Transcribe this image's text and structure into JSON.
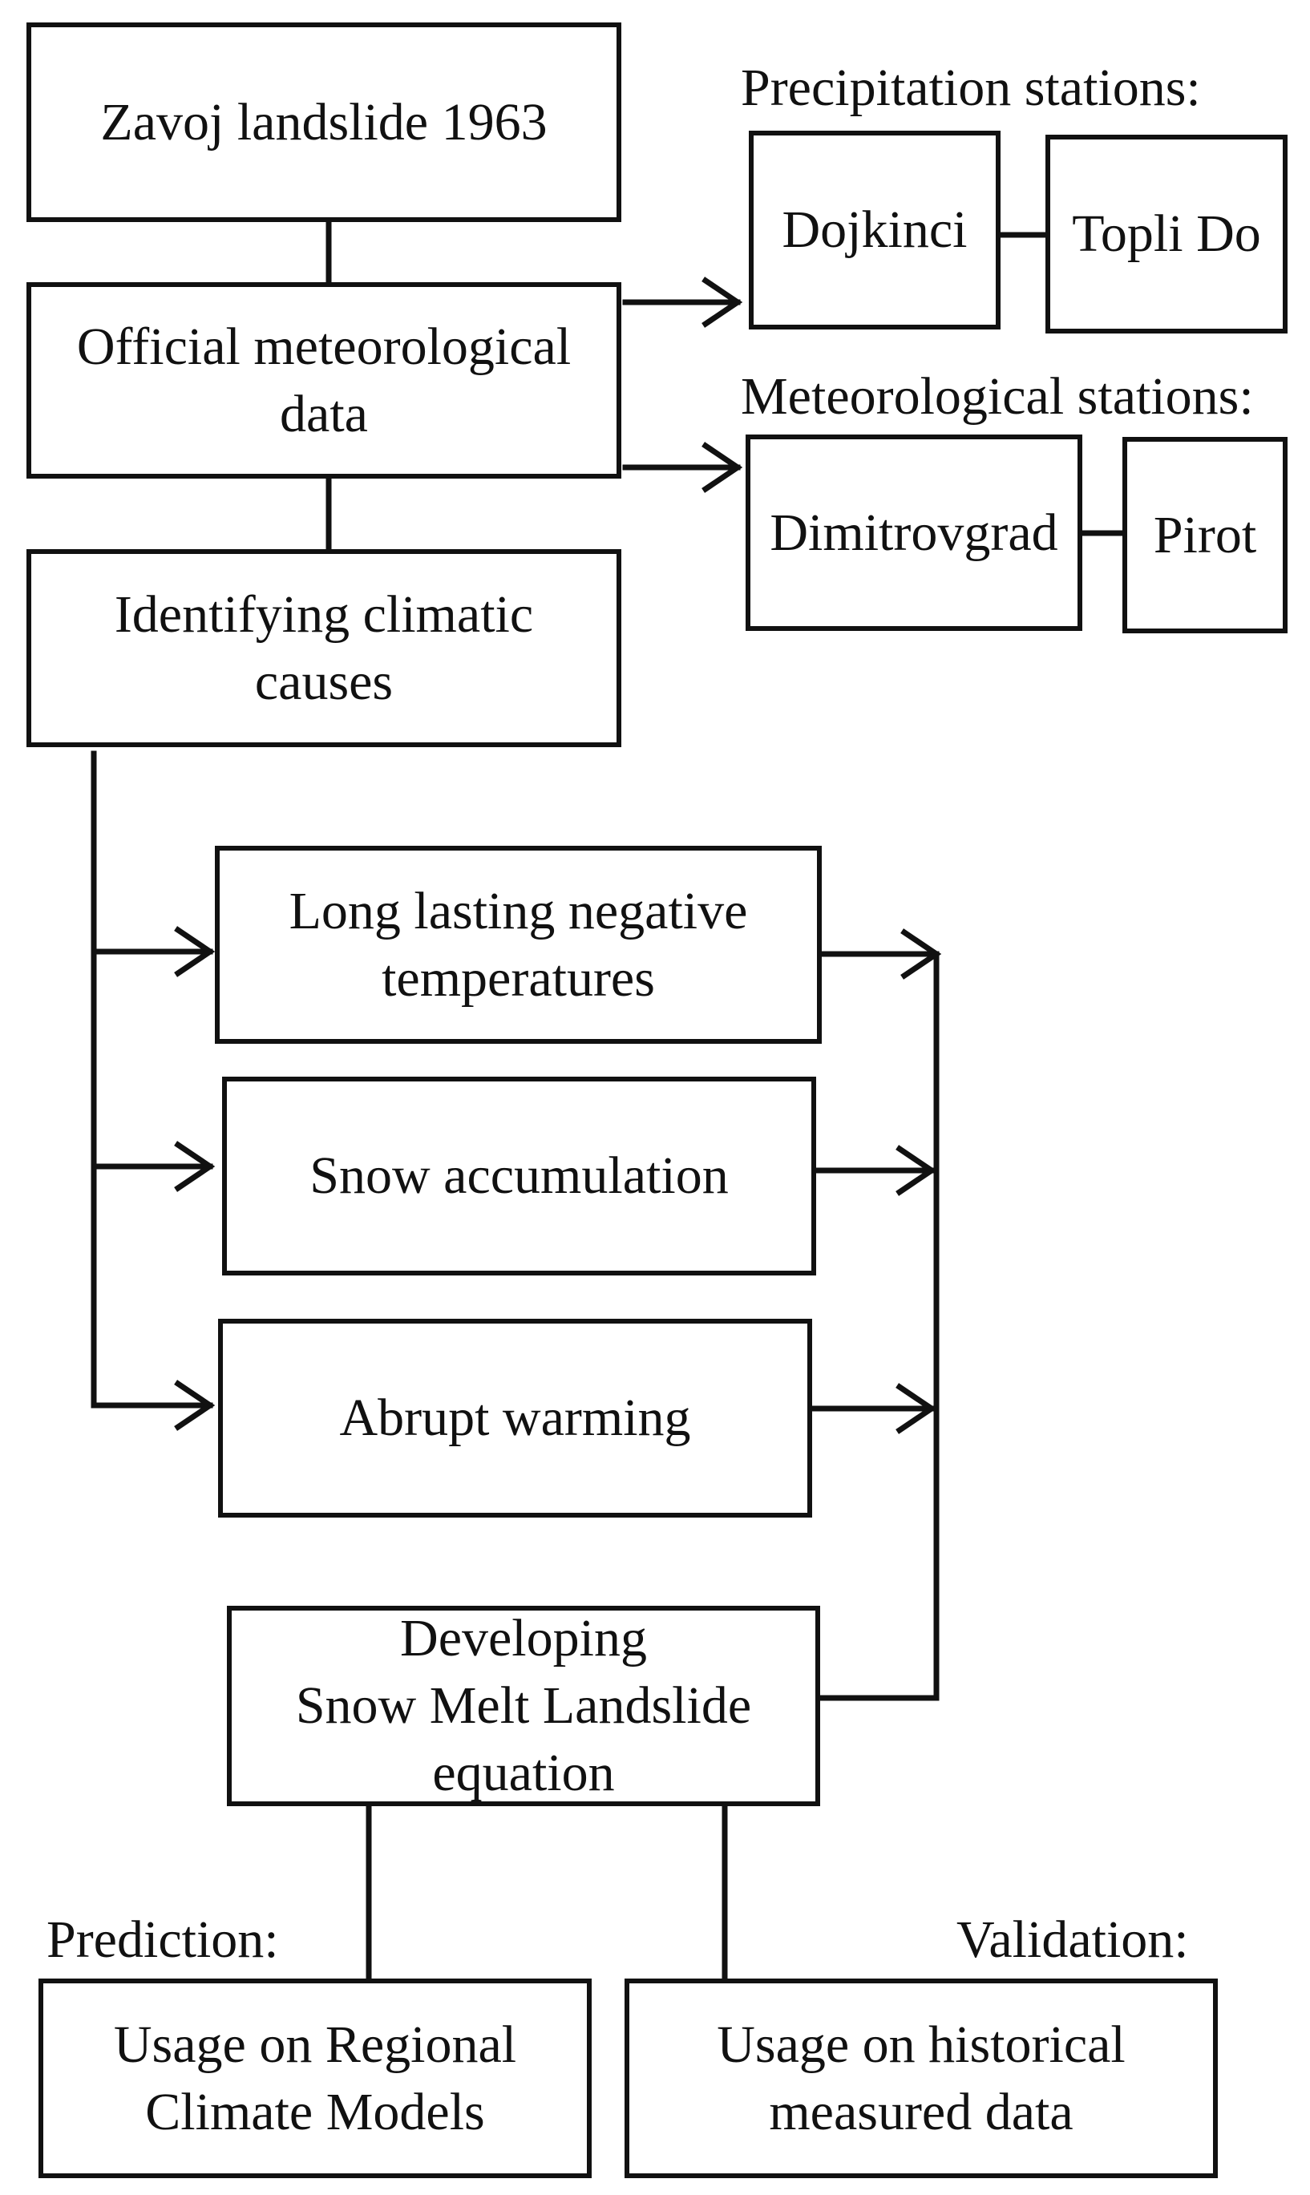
{
  "boxes": {
    "zavoj": [
      "Zavoj landslide 1963"
    ],
    "official": [
      "Official meteorological",
      "data"
    ],
    "identifying": [
      "Identifying climatic",
      "causes"
    ],
    "dojkinci": [
      "Dojkinci"
    ],
    "topli_do": [
      "Topli Do"
    ],
    "dimitrovgrad": [
      "Dimitrovgrad"
    ],
    "pirot": [
      "Pirot"
    ],
    "long_lasting": [
      "Long lasting negative",
      "temperatures"
    ],
    "snow": [
      "Snow accumulation"
    ],
    "abrupt": [
      "Abrupt warming"
    ],
    "developing": [
      "Developing",
      "Snow Melt Landslide",
      "equation"
    ],
    "regional": [
      "Usage on Regional",
      "Climate Models"
    ],
    "historical": [
      "Usage on historical",
      "measured data"
    ]
  },
  "captions": {
    "precipitation": "Precipitation stations:",
    "meteorological": "Meteorological stations:",
    "prediction": "Prediction:",
    "validation": "Validation:"
  }
}
